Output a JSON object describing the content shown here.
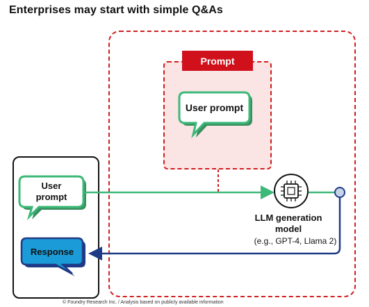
{
  "title": "Enterprises may start with simple Q&As",
  "prompt": {
    "header": "Prompt",
    "user_prompt": "User prompt"
  },
  "user_app": {
    "user_prompt_line1": "User",
    "user_prompt_line2": "prompt",
    "response": "Response"
  },
  "llm": {
    "label_line1": "LLM generation",
    "label_line2": "model",
    "examples": "(e.g., GPT-4, Llama 2)"
  },
  "footnote": "© Foundry Research Inc. / Analysis based on publicly available information",
  "colors": {
    "red": "#d11c1c",
    "prompt_header": "#d0101b",
    "green": "#3cb878",
    "navy": "#1f3b86",
    "response_fill": "#1b9cd8"
  }
}
